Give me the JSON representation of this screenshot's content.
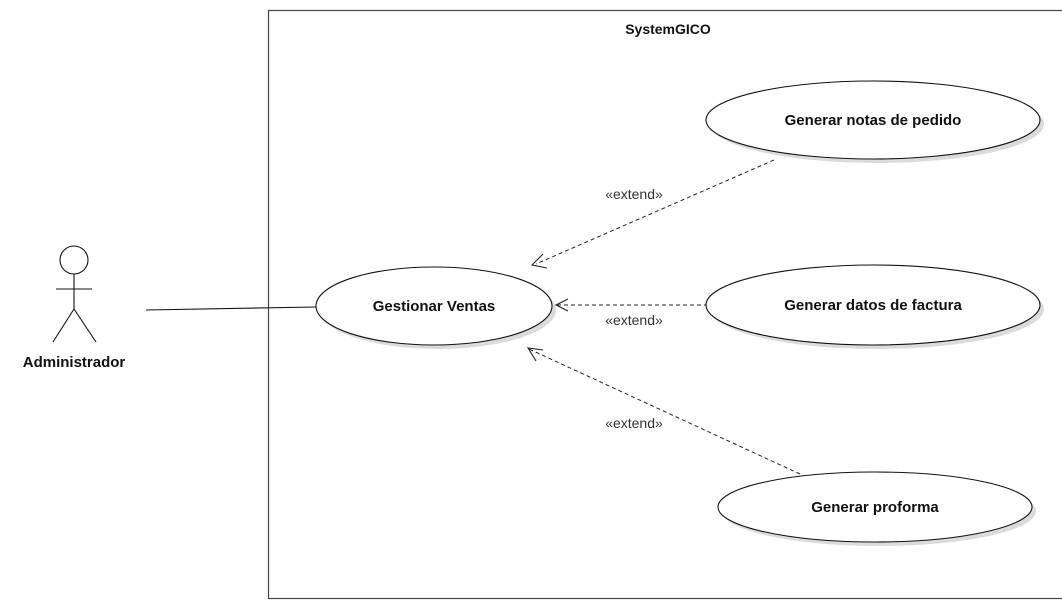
{
  "system": {
    "title": "SystemGICO"
  },
  "actor": {
    "name": "Administrador"
  },
  "use_cases": {
    "main": "Gestionar Ventas",
    "notas": "Generar notas de pedido",
    "factura": "Generar datos de factura",
    "proforma": "Generar proforma"
  },
  "relations": {
    "extend_notas": "«extend»",
    "extend_factura": "«extend»",
    "extend_proforma": "«extend»"
  }
}
